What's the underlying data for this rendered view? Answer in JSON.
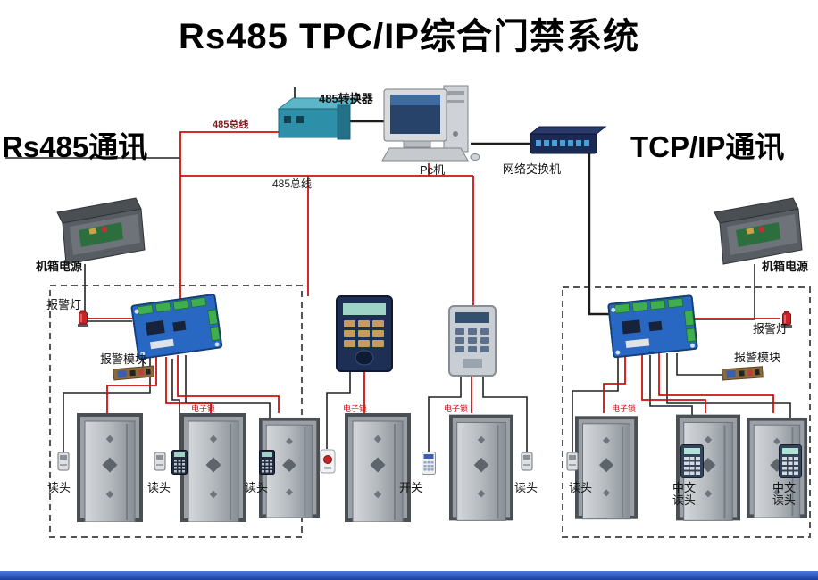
{
  "title": "Rs485 TPC/IP综合门禁系统",
  "comm": {
    "left": "Rs485通讯",
    "right": "TCP/IP通讯"
  },
  "top": {
    "converter": "485转换器",
    "bus_upper": "485总线",
    "bus_lower": "485总线",
    "pc": "Pc机",
    "switch": "网络交换机"
  },
  "left_group": {
    "power": "机箱电源",
    "alarm_light": "报警灯",
    "alarm_module": "报警模块",
    "readers": [
      "读头",
      "读头",
      "读头"
    ],
    "lock": "电子锁"
  },
  "middle_group": {
    "exit_switch": "开关",
    "reader": "读头",
    "locks": [
      "电子锁",
      "电子锁"
    ]
  },
  "right_group": {
    "power": "机箱电源",
    "alarm_light": "报警灯",
    "alarm_module": "报警模块",
    "reader": "读头",
    "cn_readers": [
      "中文读头",
      "中文读头"
    ],
    "lock": "电子锁"
  }
}
